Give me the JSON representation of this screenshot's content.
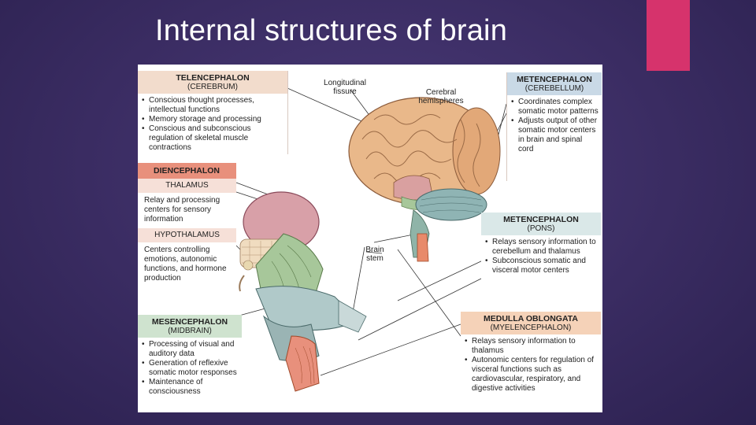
{
  "slide": {
    "title": "Internal structures of brain",
    "accent_color": "#d6336c"
  },
  "diagram": {
    "telencephalon": {
      "title": "TELENCEPHALON",
      "subtitle": "(CEREBRUM)",
      "items": [
        "Conscious thought processes, intellectual functions",
        "Memory storage and processing",
        "Conscious and subconscious regulation of skeletal muscle contractions"
      ],
      "header_color": "#f2dccc"
    },
    "diencephalon": {
      "title": "DIENCEPHALON",
      "header_color": "#e8907c",
      "thalamus": {
        "title": "THALAMUS",
        "text": "Relay and processing centers for sensory information"
      },
      "hypothalamus": {
        "title": "HYPOTHALAMUS",
        "text": "Centers controlling emotions, autonomic functions, and hormone production"
      }
    },
    "mesencephalon": {
      "title": "MESENCEPHALON",
      "subtitle": "(MIDBRAIN)",
      "items": [
        "Processing of visual and auditory data",
        "Generation of reflexive somatic motor responses",
        "Maintenance of consciousness"
      ],
      "header_color": "#cfe3cf"
    },
    "metencephalon_cerebellum": {
      "title": "METENCEPHALON",
      "subtitle": "(CEREBELLUM)",
      "items": [
        "Coordinates complex somatic motor patterns",
        "Adjusts output of other somatic motor centers in brain and spinal cord"
      ],
      "header_color": "#c9d9e6"
    },
    "metencephalon_pons": {
      "title": "METENCEPHALON",
      "subtitle": "(PONS)",
      "items": [
        "Relays sensory information to cerebellum and thalamus",
        "Subconscious somatic and visceral motor centers"
      ],
      "header_color": "#dae8e8"
    },
    "medulla": {
      "title": "MEDULLA OBLONGATA",
      "subtitle": "(MYELENCEPHALON)",
      "items": [
        "Relays sensory information to thalamus",
        "Autonomic centers for regulation of visceral functions such as cardiovascular, respiratory, and digestive activities"
      ],
      "header_color": "#f5d2b8"
    },
    "labels": {
      "longitudinal_fissure": "Longitudinal fissure",
      "cerebral_hemispheres": "Cerebral hemispheres",
      "brain_stem": "Brain stem"
    }
  }
}
